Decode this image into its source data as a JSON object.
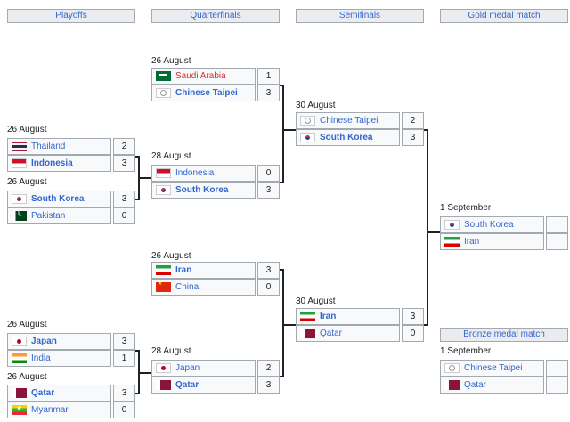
{
  "headers": {
    "playoffs": "Playoffs",
    "quarterfinals": "Quarterfinals",
    "semifinals": "Semifinals",
    "gold": "Gold medal match",
    "bronze": "Bronze medal match"
  },
  "playoffs": [
    {
      "date": "26 August",
      "teams": [
        {
          "name": "Thailand",
          "score": "2",
          "flag": "thailand-flag-icon",
          "winner": false
        },
        {
          "name": "Indonesia",
          "score": "3",
          "flag": "indonesia-flag-icon",
          "winner": true
        }
      ]
    },
    {
      "date": "26 August",
      "teams": [
        {
          "name": "South Korea",
          "score": "3",
          "flag": "south-korea-flag-icon",
          "winner": true
        },
        {
          "name": "Pakistan",
          "score": "0",
          "flag": "pakistan-flag-icon",
          "winner": false
        }
      ]
    },
    {
      "date": "26 August",
      "teams": [
        {
          "name": "Japan",
          "score": "3",
          "flag": "japan-flag-icon",
          "winner": true
        },
        {
          "name": "India",
          "score": "1",
          "flag": "india-flag-icon",
          "winner": false
        }
      ]
    },
    {
      "date": "26 August",
      "teams": [
        {
          "name": "Qatar",
          "score": "3",
          "flag": "qatar-flag-icon",
          "winner": true
        },
        {
          "name": "Myanmar",
          "score": "0",
          "flag": "myanmar-flag-icon",
          "winner": false
        }
      ]
    }
  ],
  "quarterfinals": [
    {
      "date": "26 August",
      "teams": [
        {
          "name": "Saudi Arabia",
          "score": "1",
          "flag": "saudi-arabia-flag-icon",
          "winner": false
        },
        {
          "name": "Chinese Taipei",
          "score": "3",
          "flag": "chinese-taipei-flag-icon",
          "winner": true
        }
      ]
    },
    {
      "date": "28 August",
      "teams": [
        {
          "name": "Indonesia",
          "score": "0",
          "flag": "indonesia-flag-icon",
          "winner": false
        },
        {
          "name": "South Korea",
          "score": "3",
          "flag": "south-korea-flag-icon",
          "winner": true
        }
      ]
    },
    {
      "date": "26 August",
      "teams": [
        {
          "name": "Iran",
          "score": "3",
          "flag": "iran-flag-icon",
          "winner": true
        },
        {
          "name": "China",
          "score": "0",
          "flag": "china-flag-icon",
          "winner": false
        }
      ]
    },
    {
      "date": "28 August",
      "teams": [
        {
          "name": "Japan",
          "score": "2",
          "flag": "japan-flag-icon",
          "winner": false
        },
        {
          "name": "Qatar",
          "score": "3",
          "flag": "qatar-flag-icon",
          "winner": true
        }
      ]
    }
  ],
  "semifinals": [
    {
      "date": "30 August",
      "teams": [
        {
          "name": "Chinese Taipei",
          "score": "2",
          "flag": "chinese-taipei-flag-icon",
          "winner": false
        },
        {
          "name": "South Korea",
          "score": "3",
          "flag": "south-korea-flag-icon",
          "winner": true
        }
      ]
    },
    {
      "date": "30 August",
      "teams": [
        {
          "name": "Iran",
          "score": "3",
          "flag": "iran-flag-icon",
          "winner": true
        },
        {
          "name": "Qatar",
          "score": "0",
          "flag": "qatar-flag-icon",
          "winner": false
        }
      ]
    }
  ],
  "gold": {
    "date": "1 September",
    "teams": [
      {
        "name": "South Korea",
        "score": "",
        "flag": "south-korea-flag-icon",
        "winner": false
      },
      {
        "name": "Iran",
        "score": "",
        "flag": "iran-flag-icon",
        "winner": false
      }
    ]
  },
  "bronze": {
    "date": "1 September",
    "teams": [
      {
        "name": "Chinese Taipei",
        "score": "",
        "flag": "chinese-taipei-flag-icon",
        "winner": false
      },
      {
        "name": "Qatar",
        "score": "",
        "flag": "qatar-flag-icon",
        "winner": false
      }
    ]
  },
  "colors": {
    "link": "#3366cc",
    "redlink": "#cc3333",
    "header_bg": "#eaecf0",
    "cell_bg": "#f8f9fa",
    "border": "#a2a9b1"
  }
}
